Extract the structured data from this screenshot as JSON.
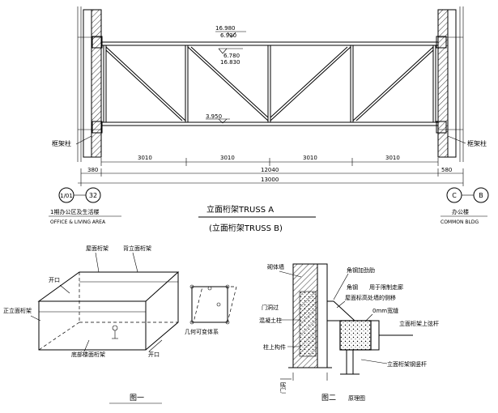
{
  "elevations": {
    "top_chord_upper": "16.980",
    "top_chord_lower": "6.930",
    "mid_upper": "6.780",
    "mid_lower": "16.830",
    "bottom": "3.950"
  },
  "dimensions": {
    "left_offset": "380",
    "right_offset": "580",
    "panels": [
      "3010",
      "3010",
      "3010",
      "3010"
    ],
    "inner_total": "12040",
    "overall_total": "13000"
  },
  "axes": {
    "left_a": "1/01",
    "left_b": "32",
    "right_a": "C",
    "right_b": "B"
  },
  "labels": {
    "left_column": "框架柱",
    "right_column": "框架柱",
    "left_bldg_cn": "1期办公区及生活楼",
    "left_bldg_en": "OFFICE & LIVING AREA",
    "right_bldg_cn": "办公楼",
    "right_bldg_en": "COMMON BLDG",
    "title_main": "立面桁架TRUSS A",
    "title_sub": "(立面桁架TRUSS B)"
  },
  "fig1": {
    "roof_truss": "屋面桁架",
    "back_truss": "背立面桁架",
    "opening_top": "开口",
    "front_truss": "正立面桁架",
    "bottom_truss": "底部楼面桁架",
    "opening_bottom": "开口",
    "geometric": "几何可变体系",
    "caption": "图一"
  },
  "fig2": {
    "masonry_wall": "砌体墙",
    "angle_stiffener": "角钢加劲肋",
    "angle_steel": "角钢",
    "angle_note": "用于限制走廊",
    "roof_note": "屋面标高处墙的侧移",
    "gap": "0mm宽缝",
    "door_transom": "门洞过",
    "lintel": "混凝土柱",
    "truss_upper": "立面桁架上弦杆",
    "structural_column": "柱上构件",
    "truss_bottom": "立面桁架钢竖杆",
    "door": "门洞",
    "caption": "图二",
    "caption_note": "原理图"
  }
}
